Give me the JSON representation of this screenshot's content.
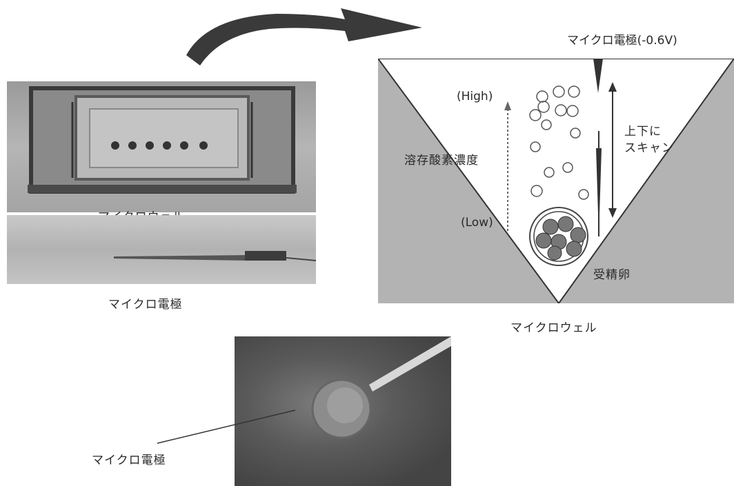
{
  "photos": {
    "microwell_label": "マイクロウェル",
    "microelectrode_label": "マイクロ電極"
  },
  "diagram": {
    "electrode_label": "マイクロ電極(-0.6V)",
    "high_label": "(High)",
    "low_label": "(Low)",
    "oxygen_label": "溶存酸素濃度",
    "scan_label_line1": "上下に",
    "scan_label_line2": "スキャン",
    "egg_label": "受精卵",
    "well_label": "マイクロウェル"
  },
  "bottom_photo": {
    "electrode_label": "マイクロ電極"
  }
}
